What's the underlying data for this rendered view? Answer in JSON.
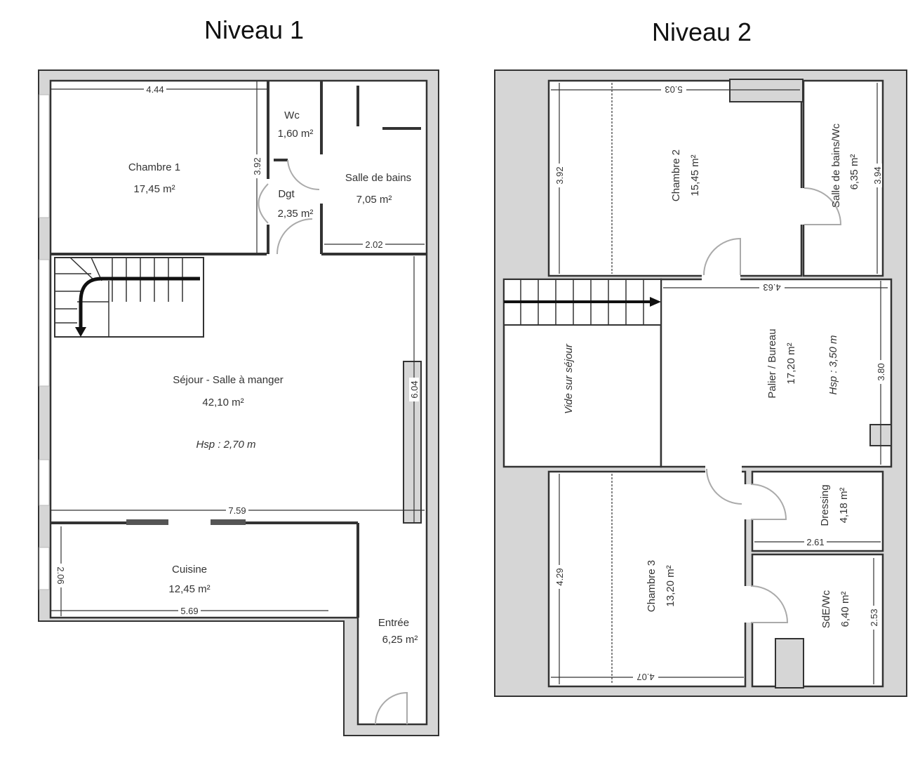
{
  "levels": [
    {
      "title": "Niveau 1",
      "rooms": [
        {
          "name": "Chambre 1",
          "area": "17,45 m²"
        },
        {
          "name": "Wc",
          "area": "1,60 m²"
        },
        {
          "name": "Dgt",
          "area": "2,35 m²"
        },
        {
          "name": "Salle de bains",
          "area": "7,05 m²"
        },
        {
          "name": "Séjour - Salle à manger",
          "area": "42,10 m²",
          "note": "Hsp : 2,70 m"
        },
        {
          "name": "Cuisine",
          "area": "12,45 m²"
        },
        {
          "name": "Entrée",
          "area": "6,25 m²"
        }
      ],
      "dimensions": [
        "4.44",
        "3.92",
        "2.02",
        "6.04",
        "7.59",
        "2.06",
        "5.69"
      ]
    },
    {
      "title": "Niveau 2",
      "rooms": [
        {
          "name": "Chambre 2",
          "area": "15,45 m²"
        },
        {
          "name": "Salle de bains/Wc",
          "area": "6,35 m²"
        },
        {
          "name": "Palier / Bureau",
          "area": "17,20 m²",
          "note": "Hsp : 3,50 m"
        },
        {
          "name": "Vide sur séjour"
        },
        {
          "name": "Dressing",
          "area": "4,18 m²"
        },
        {
          "name": "SdE/Wc",
          "area": "6,40 m²"
        },
        {
          "name": "Chambre 3",
          "area": "13,20 m²"
        }
      ],
      "dimensions": [
        "5.03",
        "3.92",
        "3.94",
        "4.63",
        "3.80",
        "2.61",
        "4.29",
        "2.53",
        "4.07"
      ]
    }
  ],
  "colors": {
    "wall_fill": "#d6d6d6",
    "wall_line": "#333333",
    "room_fill": "#ffffff"
  }
}
